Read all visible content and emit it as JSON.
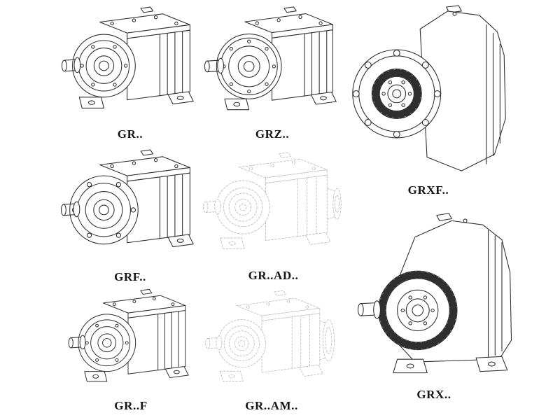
{
  "page": {
    "background": "#ffffff",
    "line_color": "#2f2f2f",
    "ghost_line_color": "#c3c3c3",
    "label_color": "#141414"
  },
  "figures": [
    {
      "id": "gr",
      "label": "GR..",
      "description": "foot-mounted helical gear unit drawing"
    },
    {
      "id": "grz",
      "label": "GRZ..",
      "description": "foot-mounted helical gear unit with larger bearing face drawing"
    },
    {
      "id": "grxf",
      "label": "GRXF..",
      "description": "flange-mounted helical gear unit front view drawing"
    },
    {
      "id": "grf",
      "label": "GRF..",
      "description": "flange foot-mounted helical gear unit drawing"
    },
    {
      "id": "grad",
      "label": "GR..AD..",
      "description": "helical gear unit with input adapter, ghosted drawing"
    },
    {
      "id": "grfoot",
      "label": "GR..F",
      "description": "foot-mounted helical gear unit drawing"
    },
    {
      "id": "gram",
      "label": "GR..AM..",
      "description": "helical gear unit with motor adapter flange, ghosted drawing"
    },
    {
      "id": "grx",
      "label": "GRX..",
      "description": "large foot-mounted helical gear unit drawing"
    }
  ]
}
